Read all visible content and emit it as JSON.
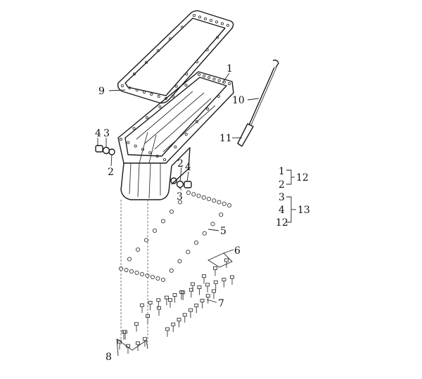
{
  "callouts": {
    "c1": "1",
    "c2a": "2",
    "c2b": "2",
    "c3a": "3",
    "c3b": "3",
    "c4a": "4",
    "c4b": "4",
    "c5": "5",
    "c6": "6",
    "c7": "7",
    "c8": "8",
    "c9": "9",
    "c10": "10",
    "c11": "11"
  },
  "kit_legend": {
    "group1": {
      "items": [
        "1",
        "2"
      ],
      "kit": "12"
    },
    "group2": {
      "items": [
        "3",
        "4",
        "12"
      ],
      "kit": "13"
    }
  }
}
